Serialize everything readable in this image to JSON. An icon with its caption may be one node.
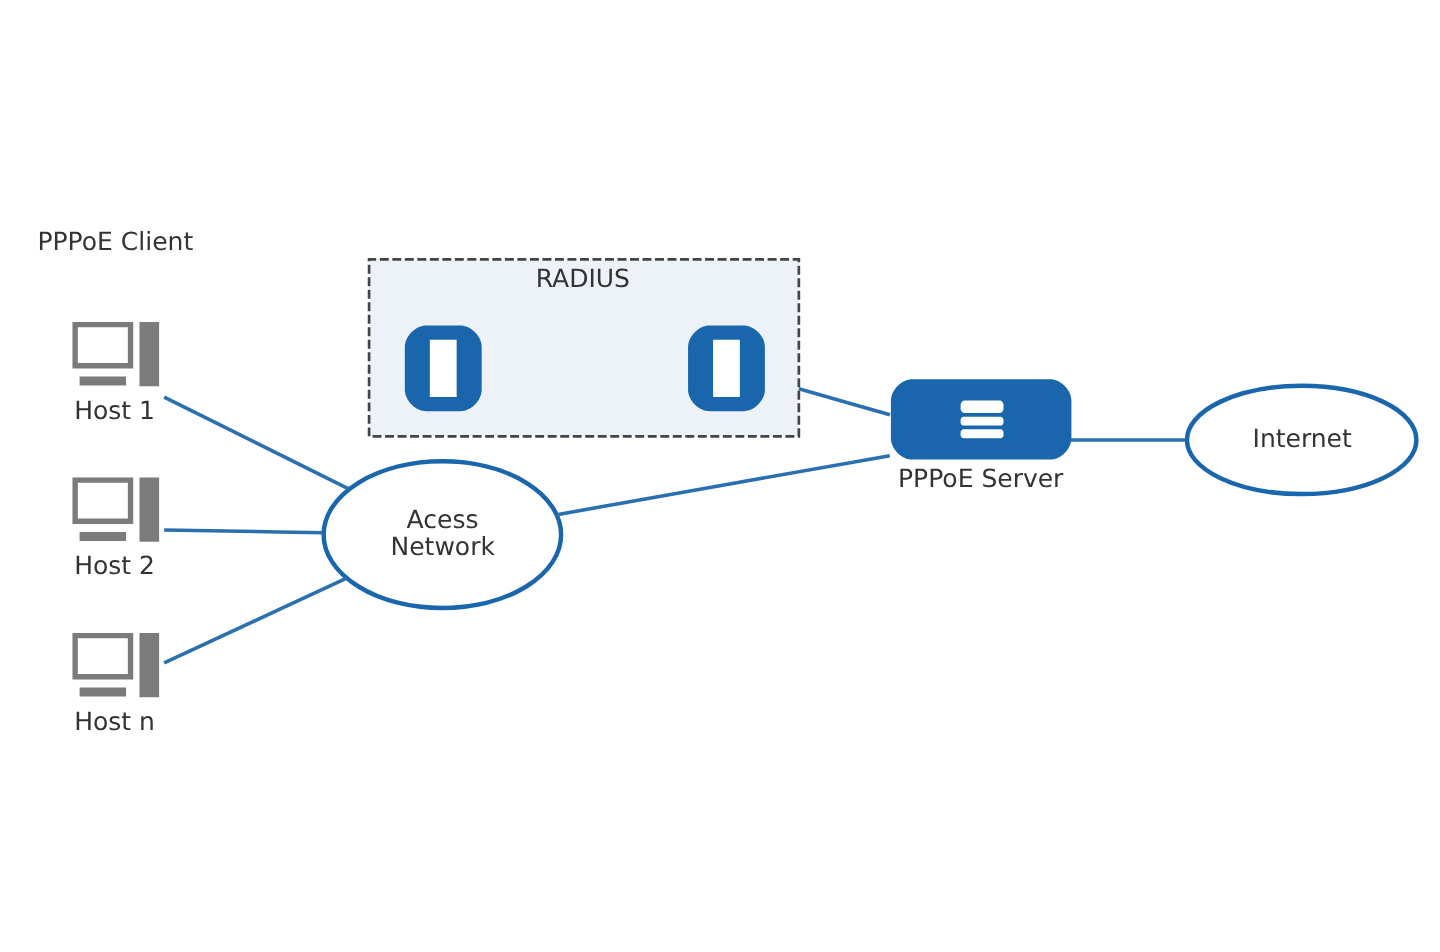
{
  "diagram": {
    "nodes": [
      {
        "text": [
          "RADIUS"
        ]
      },
      {
        "text": [],
        "shape": "picture",
        "in": 0
      },
      {
        "text": [],
        "shape": "picture",
        "in": 0
      },
      {
        "text": [
          "Host 1"
        ]
      },
      {
        "text": [
          "Host 2"
        ]
      },
      {
        "text": [
          "Host n"
        ]
      },
      {
        "text": [
          "Acess Network"
        ]
      },
      {
        "text": [
          "PPPoE Server"
        ]
      },
      {
        "text": [
          "Internet"
        ]
      }
    ],
    "edges": [
      {
        "from": 3,
        "to": 6,
        "arrow": "none"
      },
      {
        "from": 4,
        "to": 6,
        "arrow": "none"
      },
      {
        "from": 5,
        "to": 6,
        "arrow": "none"
      },
      {
        "from": 6,
        "to": 7,
        "arrow": "none"
      },
      {
        "from": 0,
        "to": 7,
        "arrow": "none"
      },
      {
        "from": 7,
        "to": 8,
        "arrow": "none"
      }
    ],
    "labels": [
      "PPPoE Client"
    ]
  }
}
